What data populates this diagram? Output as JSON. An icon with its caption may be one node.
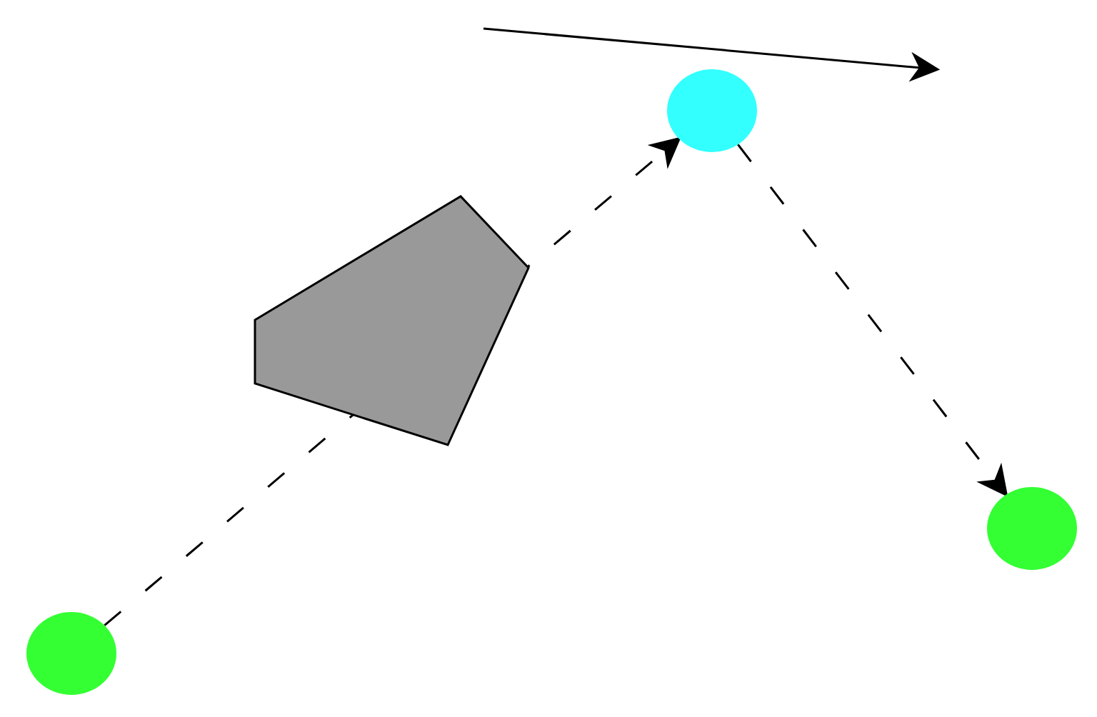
{
  "diagram": {
    "nodes": [
      {
        "text": [],
        "shape": "circle"
      },
      {
        "text": [],
        "shape": "circle"
      },
      {
        "text": [],
        "shape": "circle"
      }
    ],
    "edges": [
      {
        "from": 0,
        "to": 1,
        "arrow": "to",
        "style": "dashed"
      },
      {
        "from": 1,
        "to": 2,
        "arrow": "to",
        "style": "dashed"
      }
    ]
  }
}
